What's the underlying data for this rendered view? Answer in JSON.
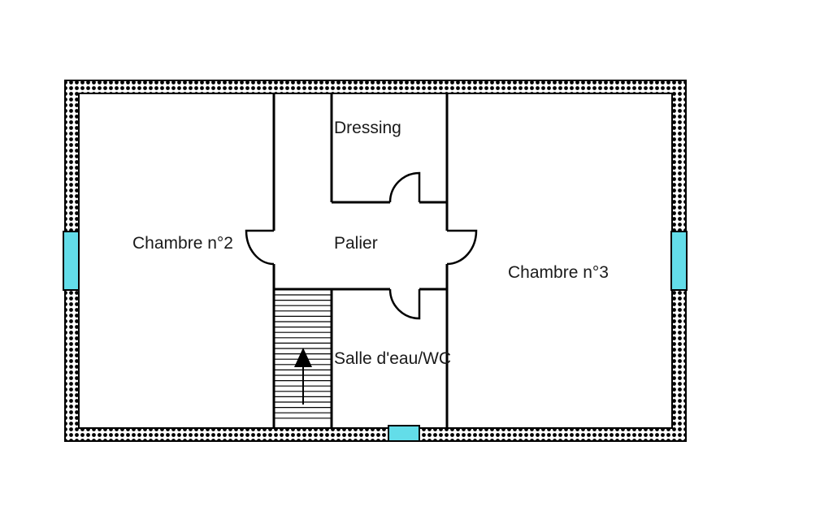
{
  "plan": {
    "rooms": {
      "bedroom2": "Chambre n°2",
      "landing": "Palier",
      "dressing": "Dressing",
      "bedroom3": "Chambre n°3",
      "bathroom": "Salle d'eau/WC"
    },
    "colors": {
      "wall_line": "#000000",
      "window_fill": "#63dde9",
      "background": "#ffffff"
    },
    "icons": {
      "stairs_arrow": "arrow-up-icon"
    }
  }
}
